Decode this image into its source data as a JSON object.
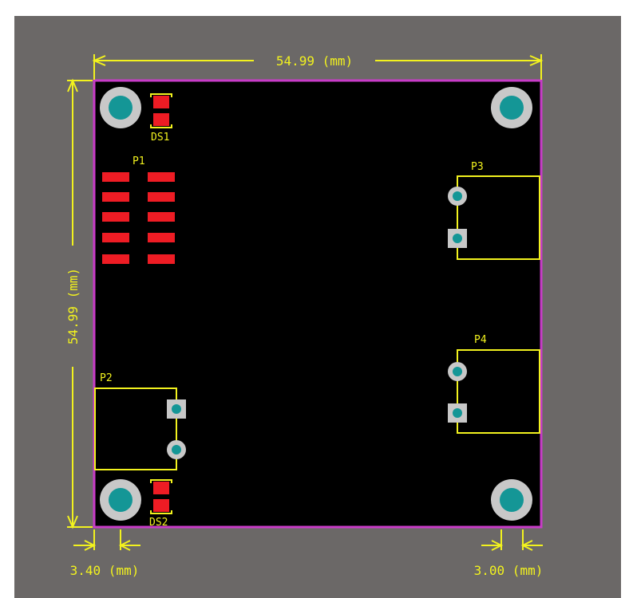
{
  "colors": {
    "viewport_background": "#6b6867",
    "board_fill": "#000000",
    "board_outline": "#c83cc8",
    "silkscreen": "#f2f21e",
    "smd_pad": "#ee1c24",
    "through_hole_pad": "#c8c8c8",
    "hole": "#149696"
  },
  "dimensions": {
    "width_label": "54.99 (mm)",
    "height_label": "54.99 (mm)",
    "left_offset_label": "3.40 (mm)",
    "right_offset_label": "3.00 (mm)"
  },
  "components": {
    "ds1": "DS1",
    "ds2": "DS2",
    "p1": "P1",
    "p2": "P2",
    "p3": "P3",
    "p4": "P4"
  }
}
